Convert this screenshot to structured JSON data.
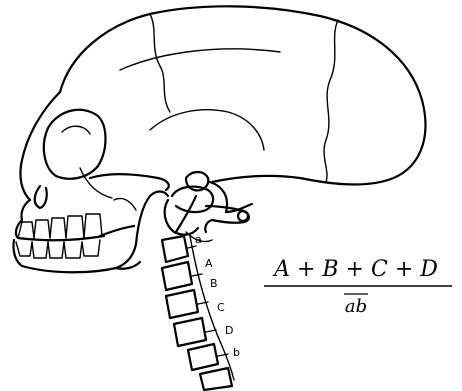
{
  "diagram": {
    "markers": {
      "a": "a",
      "A": "A",
      "B": "B",
      "C": "C",
      "D": "D",
      "b": "b"
    },
    "formula": {
      "numerator": "A + B + C + D",
      "denominator": "ab"
    }
  }
}
